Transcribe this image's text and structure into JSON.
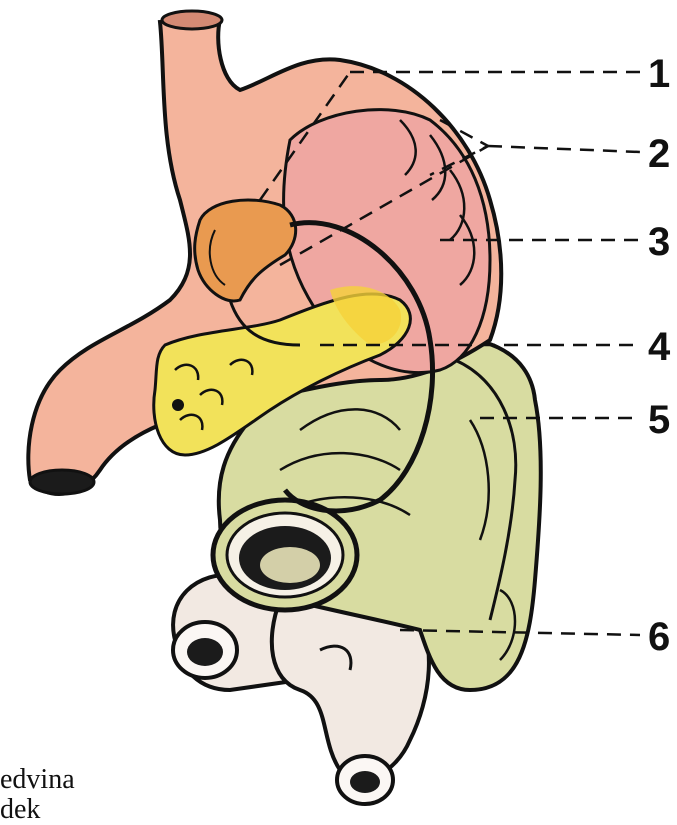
{
  "callouts": [
    {
      "number": "1"
    },
    {
      "number": "2"
    },
    {
      "number": "3"
    },
    {
      "number": "4"
    },
    {
      "number": "5"
    },
    {
      "number": "6"
    }
  ],
  "caption": {
    "line1": "edvina",
    "line2": "dek"
  },
  "colors": {
    "outline": "#111111",
    "stomach": "#f4b49c",
    "stomach_upper": "#f0b79e",
    "fundus_inner": "#efa7a1",
    "pancreas": "#f2e25a",
    "pancreas_head": "#f5d23a",
    "duodenum_bulb": "#e99a50",
    "small_intestine": "#d8dca1",
    "large_intestine": "#f2e9e2",
    "lumen": "#1b1b1b"
  }
}
